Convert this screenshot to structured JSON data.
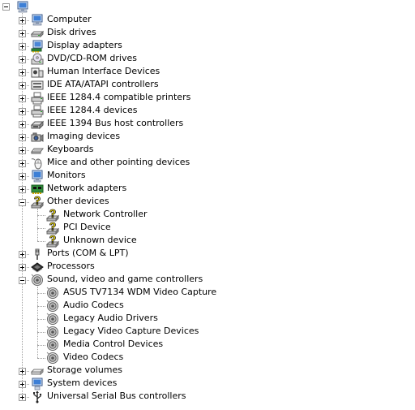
{
  "tree": {
    "root_icon": "computer-icon",
    "items": [
      {
        "label": "Computer",
        "icon": "computer-icon",
        "expanded": false
      },
      {
        "label": "Disk drives",
        "icon": "disk-drive-icon",
        "expanded": false
      },
      {
        "label": "Display adapters",
        "icon": "display-adapter-icon",
        "expanded": false
      },
      {
        "label": "DVD/CD-ROM drives",
        "icon": "dvd-drive-icon",
        "expanded": false
      },
      {
        "label": "Human Interface Devices",
        "icon": "hid-icon",
        "expanded": false
      },
      {
        "label": "IDE ATA/ATAPI controllers",
        "icon": "ide-controller-icon",
        "expanded": false
      },
      {
        "label": "IEEE 1284.4 compatible printers",
        "icon": "printer-icon",
        "expanded": false
      },
      {
        "label": "IEEE 1284.4 devices",
        "icon": "printer-icon",
        "expanded": false
      },
      {
        "label": "IEEE 1394 Bus host controllers",
        "icon": "ieee1394-icon",
        "expanded": false
      },
      {
        "label": "Imaging devices",
        "icon": "camera-icon",
        "expanded": false
      },
      {
        "label": "Keyboards",
        "icon": "keyboard-icon",
        "expanded": false
      },
      {
        "label": "Mice and other pointing devices",
        "icon": "mouse-icon",
        "expanded": false
      },
      {
        "label": "Monitors",
        "icon": "monitor-icon",
        "expanded": false
      },
      {
        "label": "Network adapters",
        "icon": "network-adapter-icon",
        "expanded": false
      },
      {
        "label": "Other devices",
        "icon": "unknown-device-icon",
        "expanded": true,
        "children": [
          {
            "label": "Network Controller",
            "icon": "unknown-device-icon"
          },
          {
            "label": "PCI Device",
            "icon": "unknown-device-icon"
          },
          {
            "label": "Unknown device",
            "icon": "unknown-device-icon"
          }
        ]
      },
      {
        "label": "Ports (COM & LPT)",
        "icon": "port-icon",
        "expanded": false
      },
      {
        "label": "Processors",
        "icon": "processor-icon",
        "expanded": false
      },
      {
        "label": "Sound, video and game controllers",
        "icon": "speaker-icon",
        "expanded": true,
        "children": [
          {
            "label": "ASUS TV7134 WDM Video Capture",
            "icon": "speaker-icon"
          },
          {
            "label": "Audio Codecs",
            "icon": "speaker-icon"
          },
          {
            "label": "Legacy Audio Drivers",
            "icon": "speaker-icon"
          },
          {
            "label": "Legacy Video Capture Devices",
            "icon": "speaker-icon"
          },
          {
            "label": "Media Control Devices",
            "icon": "speaker-icon"
          },
          {
            "label": "Video Codecs",
            "icon": "speaker-icon"
          }
        ]
      },
      {
        "label": "Storage volumes",
        "icon": "storage-volume-icon",
        "expanded": false
      },
      {
        "label": "System devices",
        "icon": "system-device-icon",
        "expanded": false
      },
      {
        "label": "Universal Serial Bus controllers",
        "icon": "usb-icon",
        "expanded": false
      }
    ]
  }
}
